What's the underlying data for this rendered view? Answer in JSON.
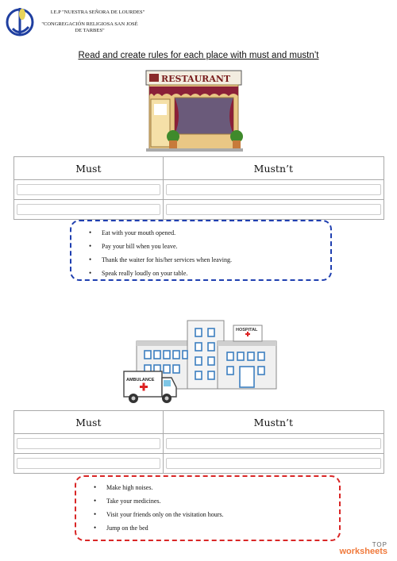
{
  "header": {
    "school_line1": "I.E.P \"NUESTRA SEÑORA DE LOURDES\"",
    "school_line2": "\"CONGREGACIÓN RELIGIOSA SAN JOSÉ DE TARBES\""
  },
  "title": "Read and create rules for each place with must and mustn’t",
  "restaurant": {
    "sign": "RESTAURANT",
    "table": {
      "col1": "Must",
      "col2": "Mustn’t"
    },
    "items": [
      "Eat with your mouth opened.",
      "Pay your bill when you leave.",
      "Thank the waiter for his/her services when leaving.",
      "Speak really loudly on your table."
    ],
    "box_color": "#1f3fb0"
  },
  "hospital": {
    "sign": "HOSPITAL",
    "ambulance_label": "AMBULANCE",
    "table": {
      "col1": "Must",
      "col2": "Mustn’t"
    },
    "items": [
      "Make high noises.",
      "Take your medicines.",
      "Visit your friends only on the visitation hours.",
      "Jump on the bed"
    ],
    "box_color": "#d92626"
  },
  "brand": {
    "top": "TOP",
    "name": "worksheets"
  }
}
